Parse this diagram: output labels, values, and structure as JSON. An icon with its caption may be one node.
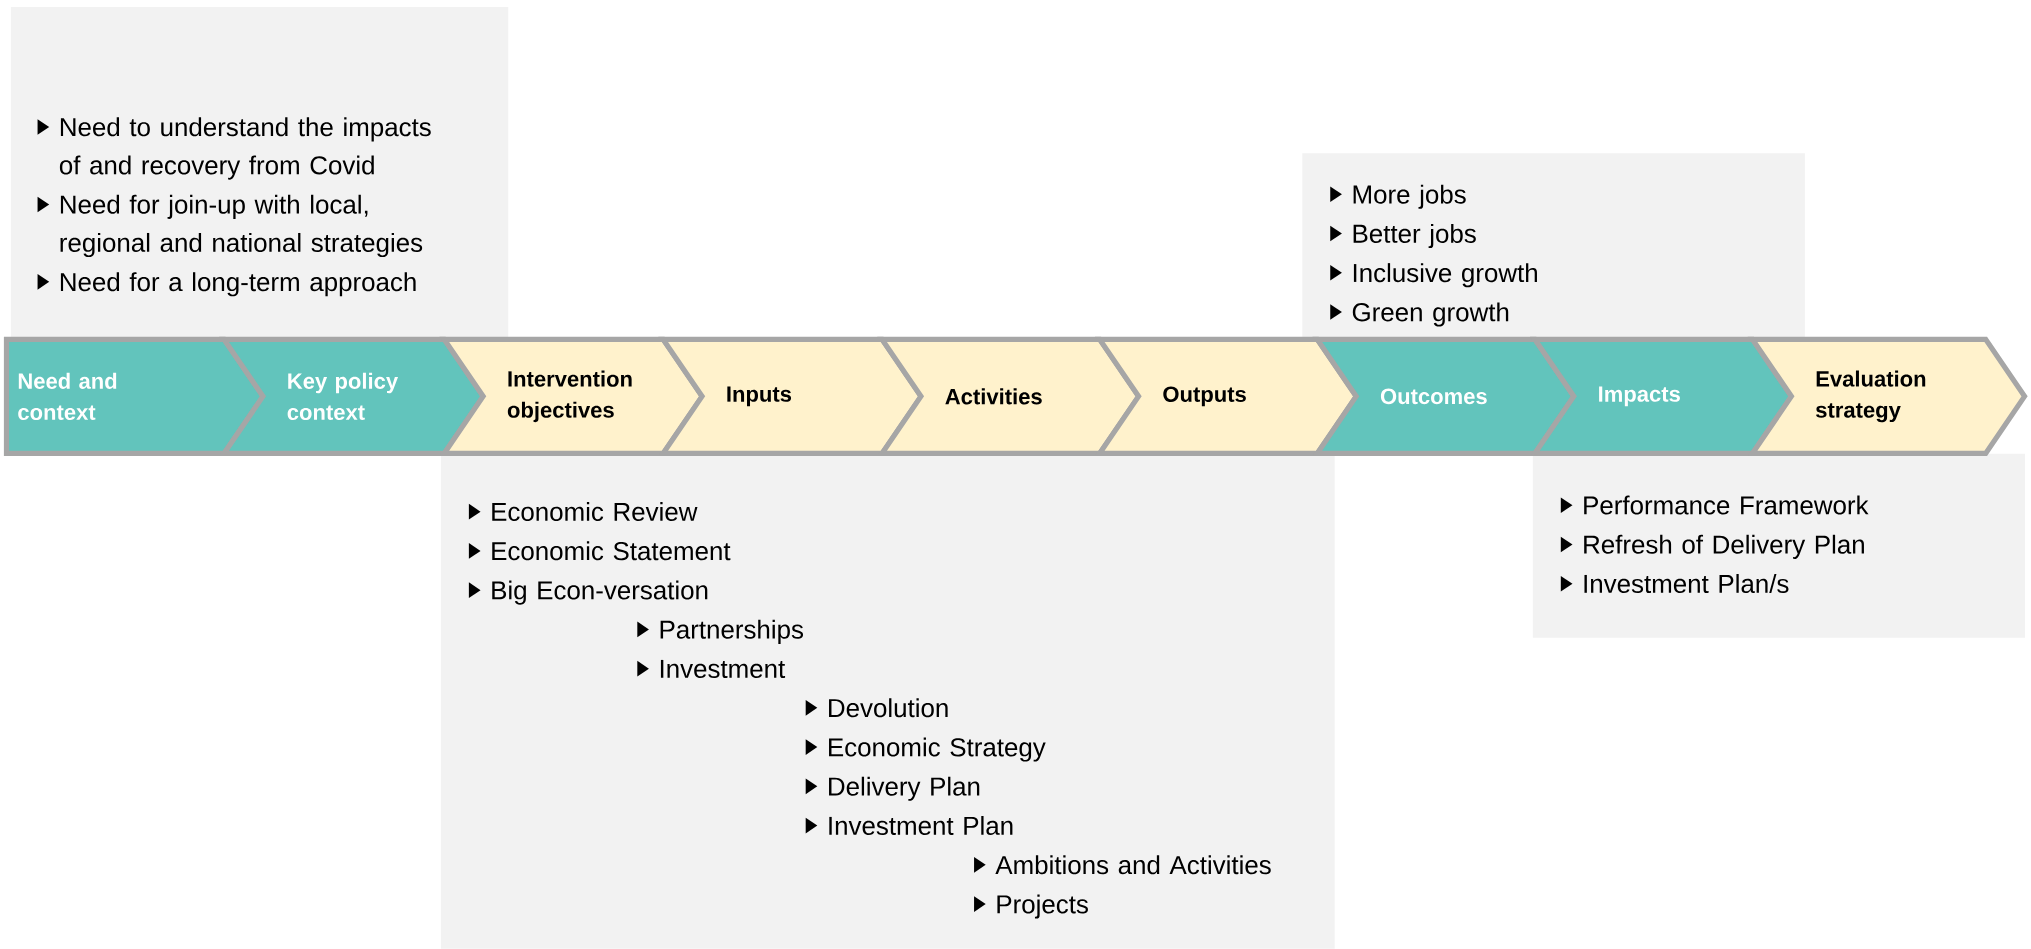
{
  "diagram": {
    "nodes": [
      {
        "text": [
          "Need and context"
        ]
      },
      {
        "text": [
          "Key policy context"
        ]
      },
      {
        "text": [
          "Intervention objectives"
        ]
      },
      {
        "text": [
          "Inputs"
        ]
      },
      {
        "text": [
          "Activities"
        ]
      },
      {
        "text": [
          "Outputs"
        ]
      },
      {
        "text": [
          "Outcomes"
        ]
      },
      {
        "text": [
          "Impacts"
        ]
      },
      {
        "text": [
          "Evaluation strategy"
        ]
      },
      {
        "text": [
          "Need to understand the impacts of and recovery from Covid",
          "Need for join-up with local, regional and national strategies",
          "Need for a long-term approach"
        ]
      },
      {
        "text": [
          "More jobs",
          "Better jobs",
          "Inclusive growth",
          "Green growth"
        ]
      },
      {
        "text": [
          "Economic Review",
          "Economic Statement",
          "Big Econ-versation",
          "Partnerships",
          "Investment",
          "Devolution",
          "Economic Strategy",
          "Delivery Plan",
          "Investment Plan",
          "Ambitions and Activities",
          "Projects"
        ]
      },
      {
        "text": [
          "Performance Framework",
          "Refresh of Delivery Plan",
          "Investment Plan/s"
        ]
      }
    ]
  }
}
